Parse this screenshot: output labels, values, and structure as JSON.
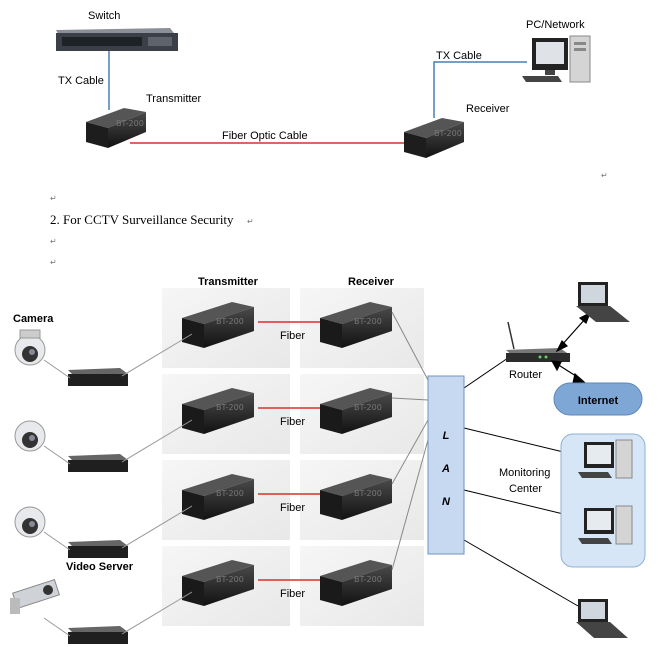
{
  "diagram1": {
    "switch_label": "Switch",
    "pc_label": "PC/Network",
    "tx_cable_left": "TX Cable",
    "tx_cable_right": "TX Cable",
    "transmitter_label": "Transmitter",
    "receiver_label": "Receiver",
    "fiber_label": "Fiber Optic Cable"
  },
  "document": {
    "heading": "2. For CCTV Surveillance Security",
    "return_mark": "↵"
  },
  "diagram2": {
    "transmitter_header": "Transmitter",
    "receiver_header": "Receiver",
    "camera_label": "Camera",
    "video_server_label": "Video Server",
    "fiber_labels": [
      "Fiber",
      "Fiber",
      "Fiber",
      "Fiber"
    ],
    "lan_letters": [
      "L",
      "A",
      "N"
    ],
    "router_label": "Router",
    "internet_label": "Internet",
    "monitoring_line1": "Monitoring",
    "monitoring_line2": "Center"
  },
  "colors": {
    "fiber": "#d9302c",
    "cable": "#4a7fb3",
    "lan_fill": "#c6d9f0",
    "lan_stroke": "#6f92bf",
    "internet_fill": "#7fa7d6",
    "monitor_fill": "#d6e6f7"
  }
}
